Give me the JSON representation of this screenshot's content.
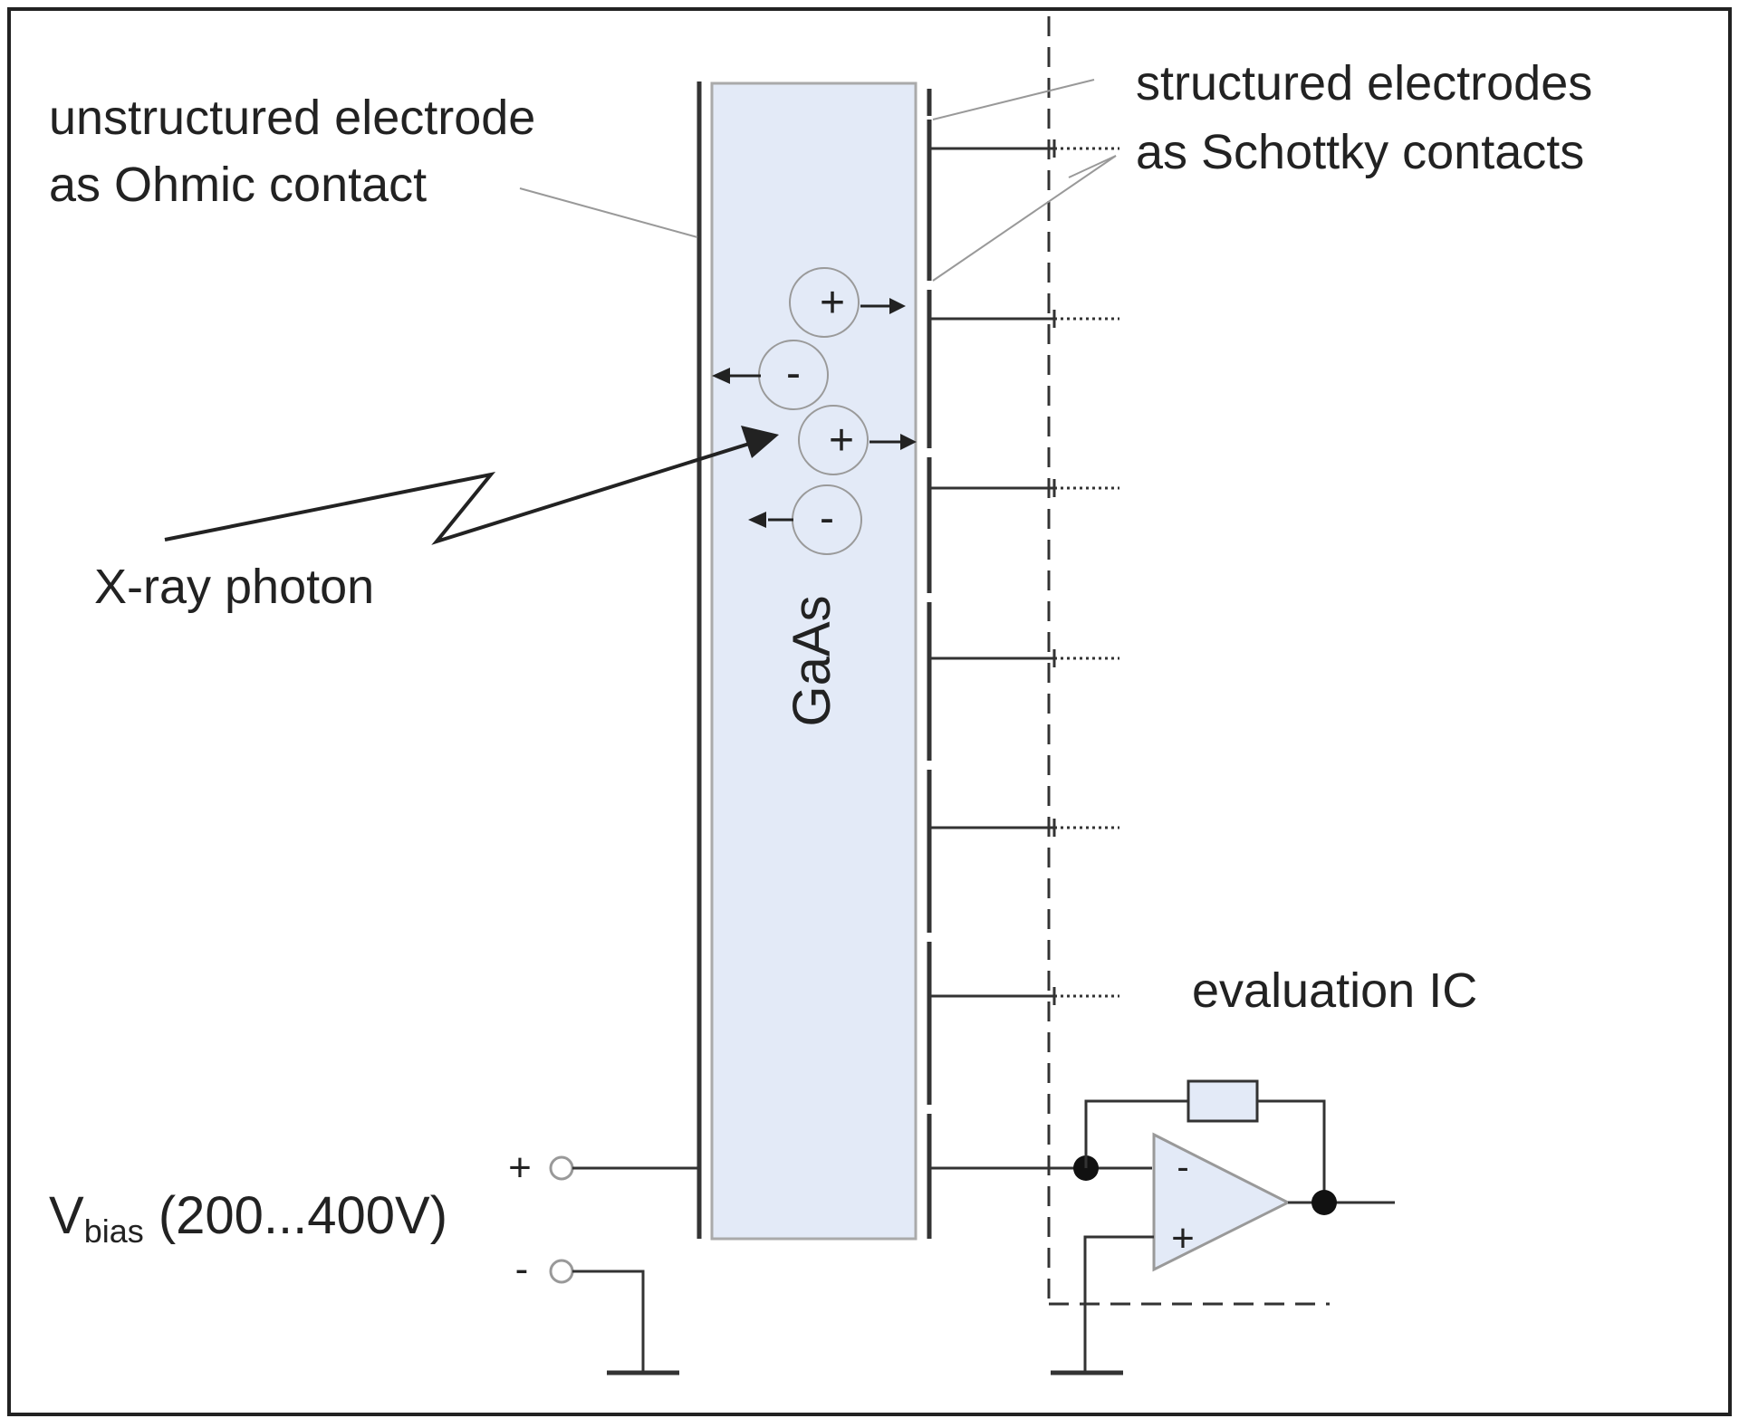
{
  "labels": {
    "unstructured_line1": "unstructured electrode",
    "unstructured_line2": "as Ohmic contact",
    "structured_line1": "structured electrodes",
    "structured_line2": "as Schottky contacts",
    "material": "GaAs",
    "photon": "X-ray photon",
    "evaluation": "evaluation IC",
    "vbias_main": "V",
    "vbias_sub": "bias",
    "vbias_range": " (200...400V)",
    "terminal_plus": "+",
    "terminal_minus": "-",
    "opamp_inverting": "-",
    "opamp_noninverting": "+",
    "hole_sign": "+",
    "electron_sign": "-"
  },
  "colors": {
    "line": "#333333",
    "leader": "#999999",
    "gaas_fill": "#e3eaf7",
    "gaas_border": "#aaaaaa",
    "opamp_fill": "#e3eaf7",
    "circle_stroke": "#9a9a9a",
    "text": "#222222"
  }
}
